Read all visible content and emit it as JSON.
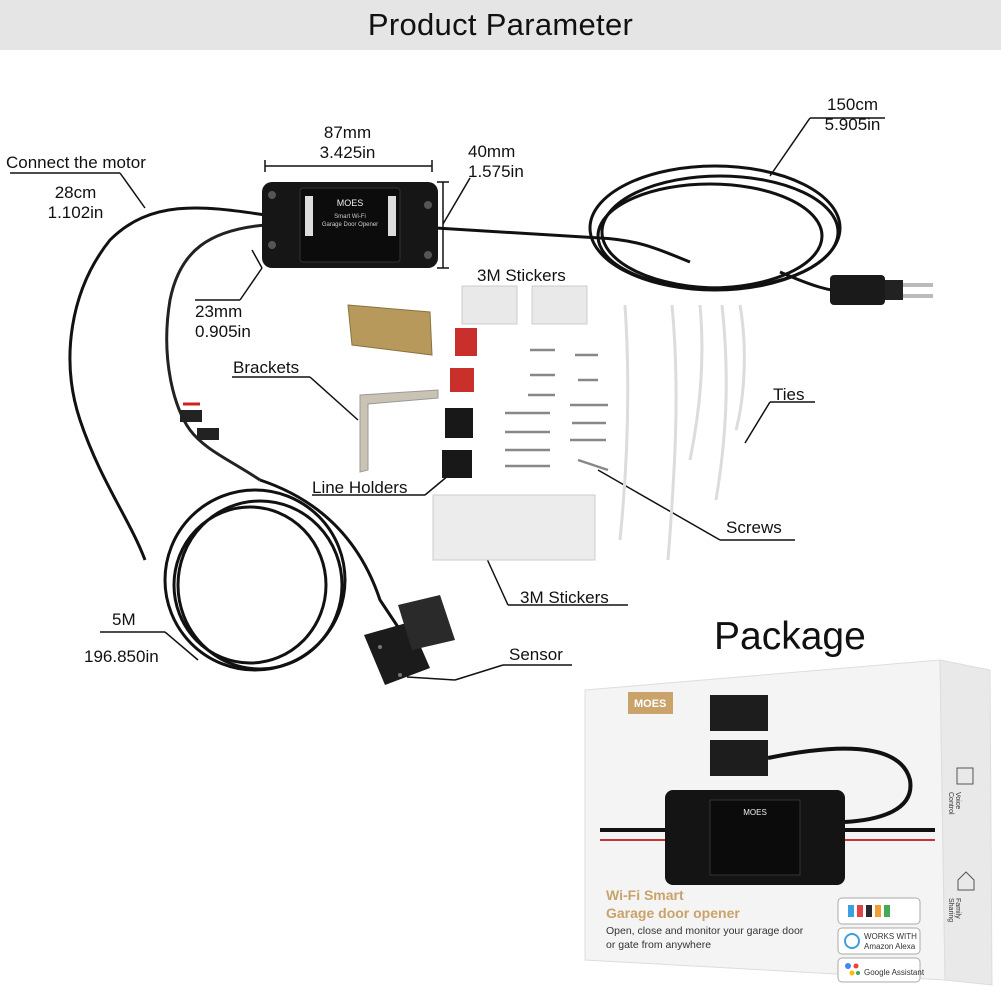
{
  "header": {
    "title": "Product Parameter"
  },
  "dimensions": {
    "width_mm": "87mm",
    "width_in": "3.425in",
    "height_mm": "40mm",
    "height_in": "1.575in",
    "depth_mm": "23mm",
    "depth_in": "0.905in",
    "power_cm": "150cm",
    "power_in": "5.905in",
    "motor_title": "Connect the motor",
    "motor_cm": "28cm",
    "motor_in": "1.102in",
    "sensor_m": "5M",
    "sensor_in": "196.850in"
  },
  "parts": {
    "stickers_top": "3M Stickers",
    "brackets": "Brackets",
    "ties": "Ties",
    "line_holders": "Line Holders",
    "screws": "Screws",
    "stickers_bottom": "3M Stickers",
    "sensor": "Sensor"
  },
  "device": {
    "brand": "MOES",
    "line1": "Smart Wi-Fi",
    "line2": "Garage Door Opener"
  },
  "package": {
    "title": "Package",
    "brand": "MOES",
    "product_line1": "Wi-Fi Smart",
    "product_line2": "Garage door opener",
    "desc_line1": "Open, close and monitor your garage door",
    "desc_line2": "or gate from anywhere",
    "badge_works_with": "WORKS WITH",
    "badge_alexa": "Amazon Alexa",
    "badge_google": "Google Assistant",
    "side_voice": "Voice Control",
    "side_family": "Family Sharing"
  },
  "colors": {
    "header_bg": "#e5e5e5",
    "box_gold": "#c9a36a",
    "cable": "#111111"
  }
}
